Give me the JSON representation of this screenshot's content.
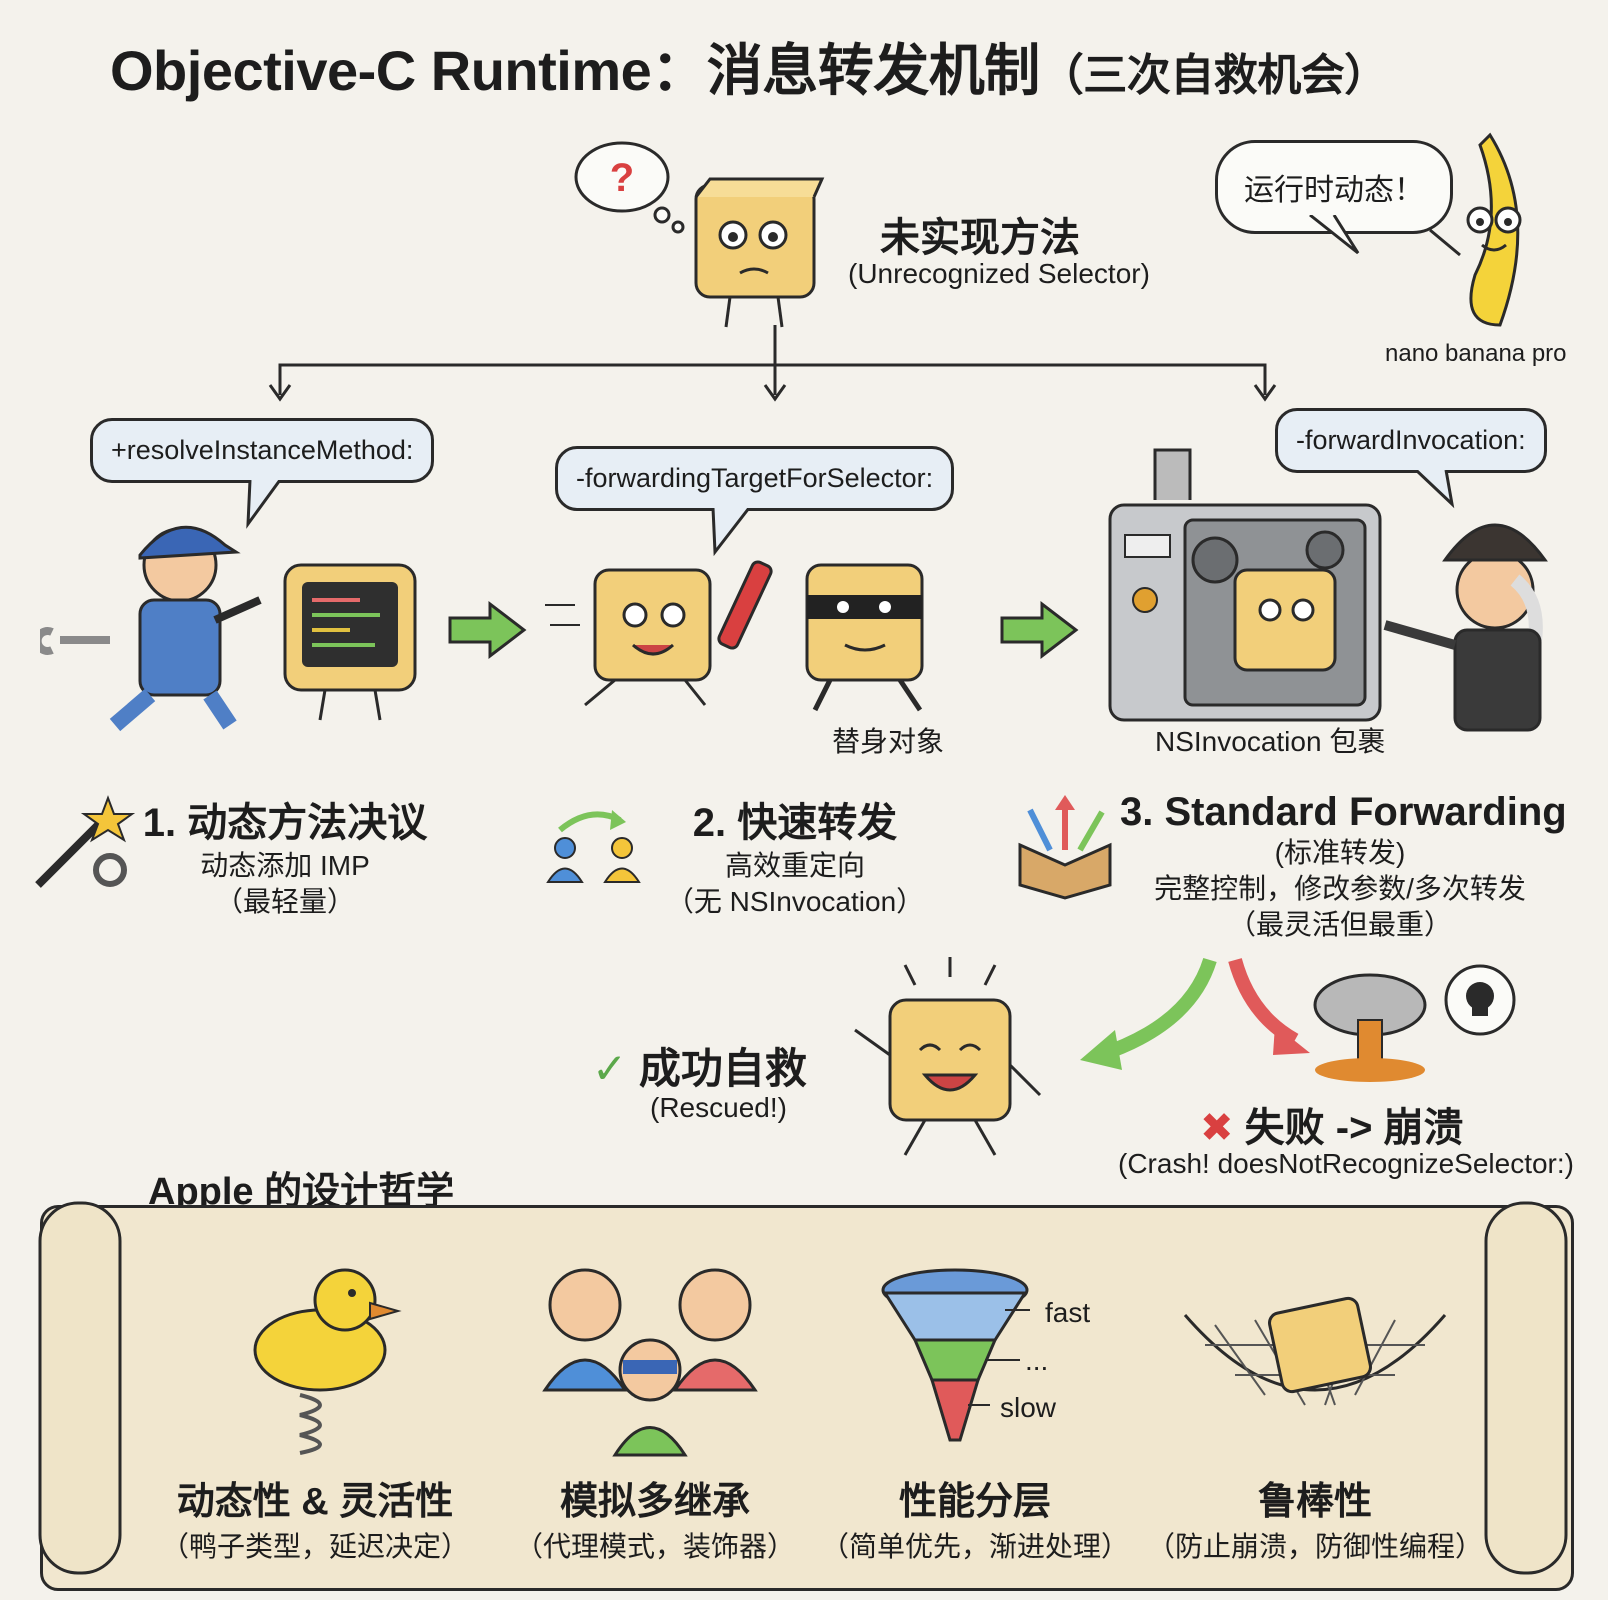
{
  "title": {
    "main": "Objective-C Runtime：消息转发机制",
    "sub": "（三次自救机会）"
  },
  "top": {
    "thought_mark": "?",
    "heading": "未实现方法",
    "subheading": "(Unrecognized Selector)",
    "mascot_speech": "运行时动态！",
    "mascot_name": "nano banana pro"
  },
  "bubbles": {
    "resolve": "+resolveInstanceMethod:",
    "forwarding_target": "-forwardingTargetForSelector:",
    "forward_invocation": "-forwardInvocation:"
  },
  "labels": {
    "proxy": "替身对象",
    "invocation": "NSInvocation 包裹"
  },
  "steps": [
    {
      "title": "1. 动态方法决议",
      "line1": "动态添加 IMP",
      "line2": "（最轻量）"
    },
    {
      "title": "2. 快速转发",
      "line1": "高效重定向",
      "line2": "（无 NSInvocation）"
    },
    {
      "title": "3. Standard Forwarding",
      "line1": "(标准转发)",
      "line2": "完整控制，修改参数/多次转发",
      "line3": "（最灵活但最重）"
    }
  ],
  "outcomes": {
    "success_title": "成功自救",
    "success_sub": "(Rescued!)",
    "fail_title": "失败 -> 崩溃",
    "fail_sub": "(Crash! doesNotRecognizeSelector:)"
  },
  "philosophy": {
    "heading": "Apple 的设计哲学",
    "items": [
      {
        "title": "动态性 & 灵活性",
        "sub": "（鸭子类型，延迟决定）"
      },
      {
        "title": "模拟多继承",
        "sub": "（代理模式，装饰器）"
      },
      {
        "title": "性能分层",
        "sub": "（简单优先，渐进处理）"
      },
      {
        "title": "鲁棒性",
        "sub": "（防止崩溃，防御性编程）"
      }
    ],
    "funnel_labels": {
      "fast": "fast",
      "mid": "...",
      "slow": "slow"
    }
  },
  "colors": {
    "background": "#f4f2ec",
    "bubble": "#e7eef5",
    "cube": "#f2cf7a",
    "green_arrow": "#7cc45a",
    "red_arrow": "#e05a5a",
    "scroll": "#f1e7cf"
  }
}
